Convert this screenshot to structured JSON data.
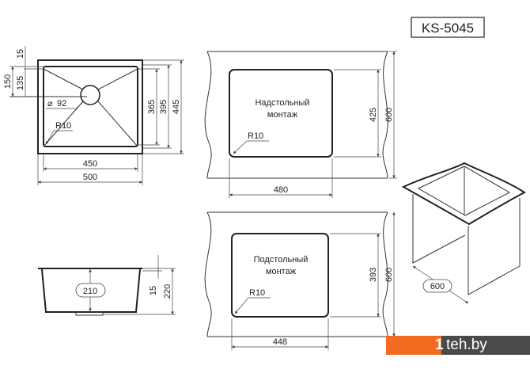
{
  "model": "KS-5045",
  "top_view": {
    "width_outer": "500",
    "width_inner": "450",
    "depth_outer": "445",
    "depth_mid": "395",
    "depth_inner": "365",
    "offset_top": "15",
    "drain_offset": "135",
    "drain_offset_total": "150",
    "drain_diameter": "92",
    "corner_radius": "R10",
    "diameter_symbol": "⌀"
  },
  "overmount": {
    "label_line1": "Надстольный",
    "label_line2": "монтаж",
    "cutout_width": "480",
    "cutout_depth": "425",
    "cabinet_depth": "600",
    "corner_radius": "R10"
  },
  "undermount": {
    "label_line1": "Подстольный",
    "label_line2": "монтаж",
    "cutout_width": "448",
    "cutout_depth": "393",
    "cabinet_depth": "600",
    "corner_radius": "R10"
  },
  "side_view": {
    "bowl_depth": "210",
    "rim": "15",
    "total_height": "220"
  },
  "cabinet": {
    "width": "600"
  },
  "watermark": {
    "text": "teh.by",
    "mark": "1",
    "colors": {
      "orange": "#f26b21",
      "dark": "#4a4a4a"
    }
  }
}
